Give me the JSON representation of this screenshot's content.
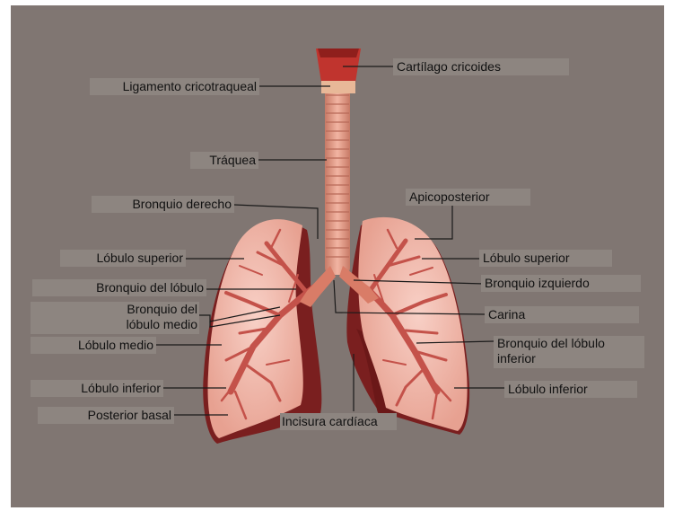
{
  "labels": {
    "cricoides": "Cartílago cricoides",
    "ligamento": "Ligamento cricotraqueal",
    "traquea": "Tráquea",
    "bronquio_derecho": "Bronquio derecho",
    "apicoposterior": "Apicoposterior",
    "lobulo_superior_der": "Lóbulo superior",
    "lobulo_superior_izq": "Lóbulo superior",
    "bronquio_lobulo": "Bronquio del lóbulo",
    "bronquio_izquierdo": "Bronquio izquierdo",
    "bronquio_lobulo_medio": "Bronquio del lóbulo medio",
    "carina": "Carina",
    "lobulo_medio": "Lóbulo medio",
    "bronquio_lobulo_inferior": "Bronquio del lóbulo inferior",
    "lobulo_inferior_der": "Lóbulo inferior",
    "lobulo_inferior_izq": "Lóbulo inferior",
    "posterior_basal": "Posterior basal",
    "incisura": "Incisura cardíaca"
  },
  "colors": {
    "background": "#807672",
    "label_box": "#8d8580",
    "lung": "#efb6a6",
    "lung_edge": "#7a1f1f",
    "bronchi": "#c4524a",
    "trachea": "#e59a84"
  }
}
